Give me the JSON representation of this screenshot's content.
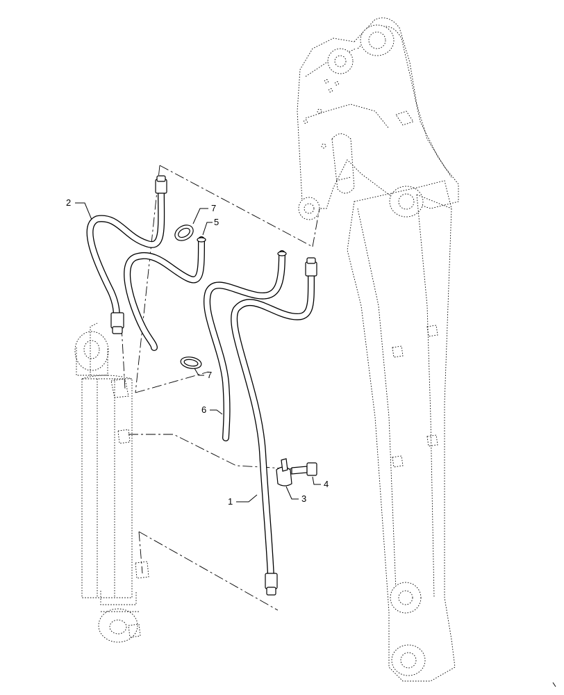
{
  "callouts": [
    {
      "id": "c1",
      "text": "1"
    },
    {
      "id": "c2",
      "text": "2"
    },
    {
      "id": "c3",
      "text": "3"
    },
    {
      "id": "c4",
      "text": "4"
    },
    {
      "id": "c5",
      "text": "5"
    },
    {
      "id": "c6",
      "text": "6"
    },
    {
      "id": "c7a",
      "text": "7"
    },
    {
      "id": "c7b",
      "text": "7"
    }
  ]
}
